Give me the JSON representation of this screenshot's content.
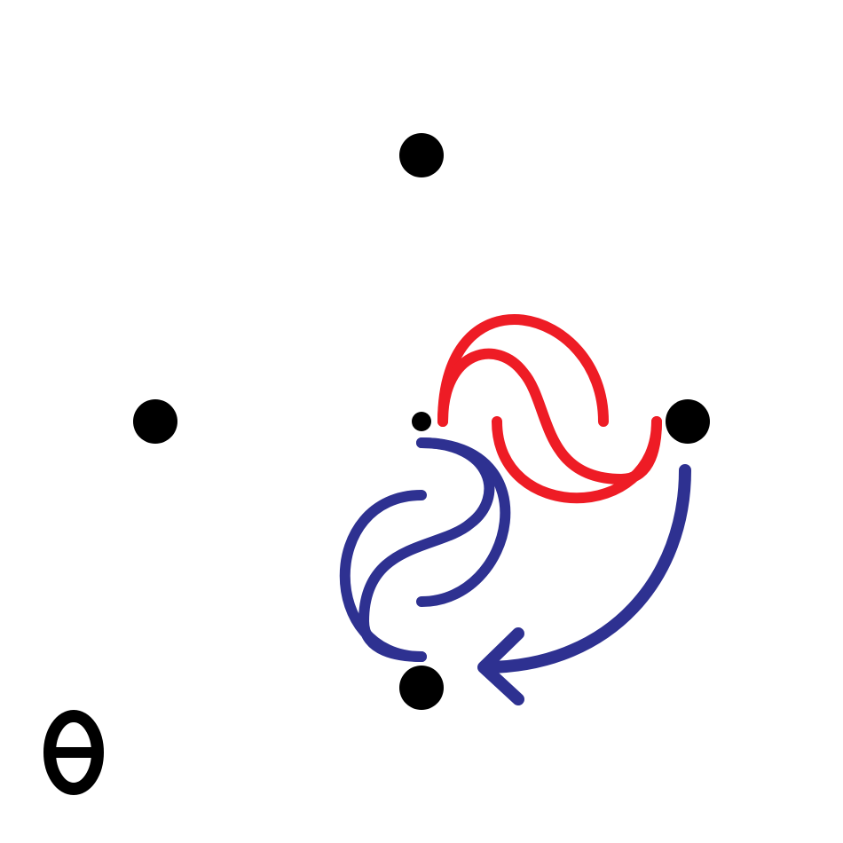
{
  "colors": {
    "background": "#ffffff",
    "point": "#000000",
    "red_arrow": "#ee1c25",
    "blue_arrow": "#2e3191"
  },
  "points": [
    {
      "name": "top-point",
      "size": "large"
    },
    {
      "name": "left-point",
      "size": "large"
    },
    {
      "name": "center-point",
      "size": "small"
    },
    {
      "name": "right-point",
      "size": "large"
    },
    {
      "name": "bottom-point",
      "size": "large"
    }
  ],
  "arrows": [
    {
      "name": "red-reflection-glyph",
      "color": "red_arrow",
      "shape": "s-curve-pair",
      "orientation": "horizontal"
    },
    {
      "name": "blue-reflection-glyph",
      "color": "blue_arrow",
      "shape": "s-curve-pair",
      "orientation": "vertical"
    },
    {
      "name": "blue-rotation-arrow",
      "color": "blue_arrow",
      "shape": "curved-arrow",
      "from": "right-point",
      "to": "bottom-point"
    }
  ],
  "symbol": {
    "text": "θ"
  }
}
